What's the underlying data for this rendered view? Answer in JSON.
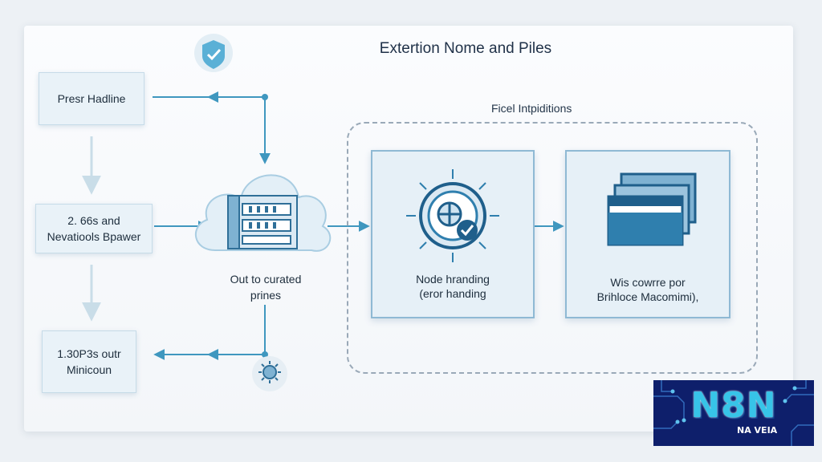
{
  "diagram": {
    "title": "Extertion Nome and Piles",
    "group_label": "Ficel Intpiditions",
    "left_boxes": [
      {
        "lines": [
          "Presr Hadline"
        ]
      },
      {
        "lines": [
          "2. 66s and",
          "Nevatiools Bpawer"
        ]
      },
      {
        "lines": [
          "1.30P3s outr",
          "Minicoun"
        ]
      }
    ],
    "cloud_label": {
      "lines": [
        "Out to curated",
        "prines"
      ]
    },
    "panels": [
      {
        "lines": [
          "Node hranding",
          "(eror handing"
        ]
      },
      {
        "lines": [
          "Wis cowrre por",
          "Brihloce Macomimi),"
        ]
      }
    ]
  },
  "logo": {
    "text_big": "N8N",
    "text_small": "NA VEIA"
  },
  "colors": {
    "arrow": "#3f97bf",
    "panel_border": "#8fb9d4",
    "logo_bg": "#0e1f6b",
    "logo_text": "#37c4e8",
    "icon_blue": "#2f7fae"
  }
}
